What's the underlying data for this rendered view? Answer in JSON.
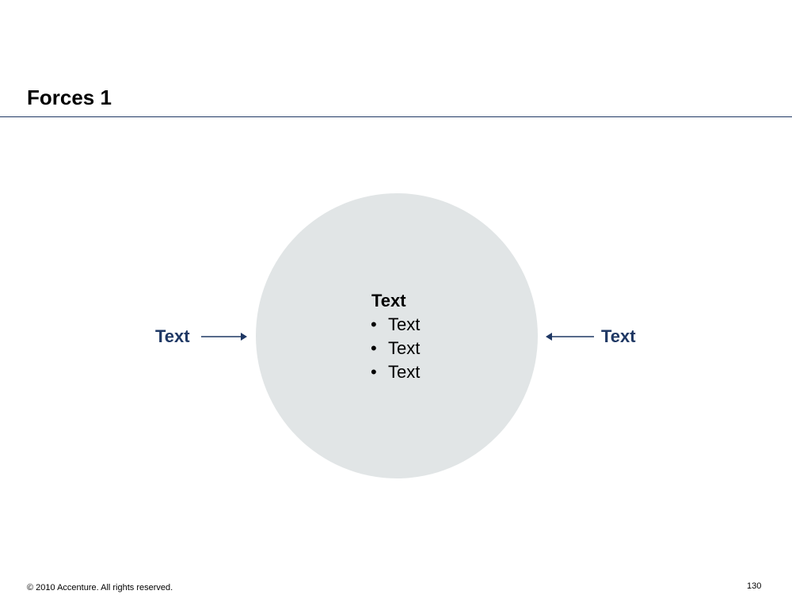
{
  "slide": {
    "title": "Forces 1"
  },
  "center": {
    "heading": "Text",
    "bullets": [
      "Text",
      "Text",
      "Text"
    ]
  },
  "forces": {
    "left_label": "Text",
    "right_label": "Text"
  },
  "footer": {
    "copyright": "© 2010 Accenture. All rights reserved.",
    "page_number": "130"
  },
  "colors": {
    "circle_fill": "#e1e5e6",
    "accent": "#1f3864"
  }
}
